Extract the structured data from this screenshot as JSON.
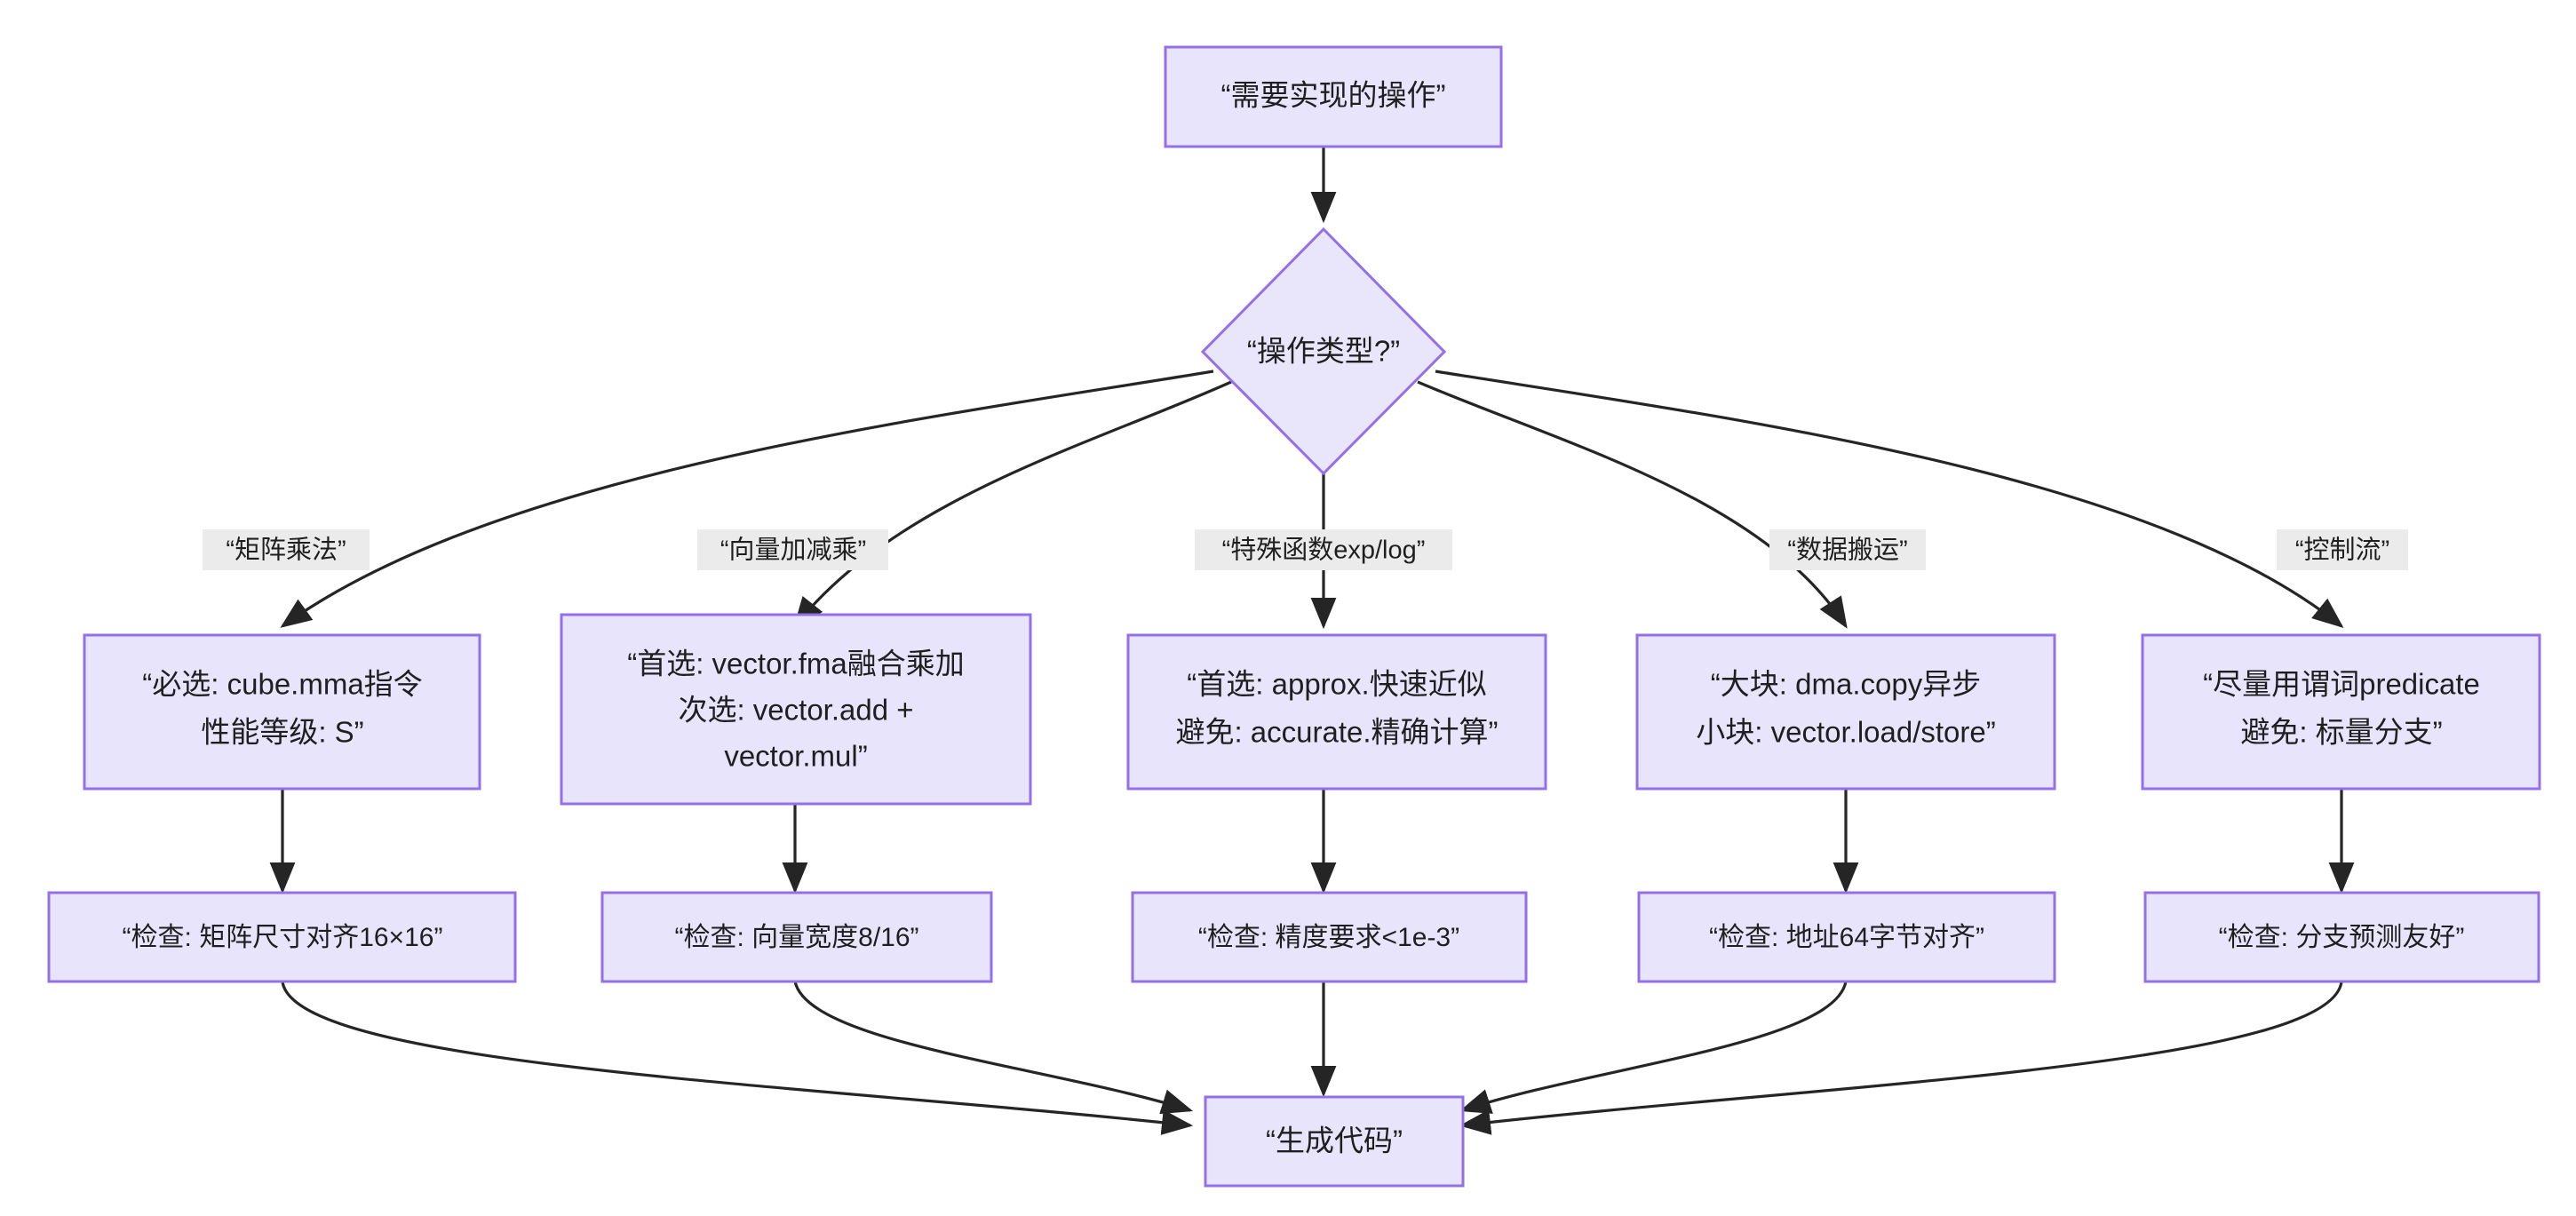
{
  "diagram": {
    "type": "flowchart",
    "direction": "top-down",
    "title_visible": false,
    "colors": {
      "node_fill": "#e8e4fb",
      "node_border": "#9370e8",
      "edge_stroke": "#252525",
      "edge_label_bg": "#ebebeb",
      "text": "#1f1f1f",
      "canvas": "#ffffff"
    },
    "nodes": {
      "start": {
        "shape": "rectangle",
        "lines": [
          "“需要实现的操作”"
        ]
      },
      "decision": {
        "shape": "diamond",
        "lines": [
          "“操作类型?”"
        ]
      },
      "branch_matmul": {
        "shape": "rectangle",
        "lines": [
          "“必选: cube.mma指令",
          "性能等级: S”"
        ]
      },
      "branch_vector": {
        "shape": "rectangle",
        "lines": [
          "“首选: vector.fma融合乘加",
          "次选: vector.add +",
          "vector.mul”"
        ]
      },
      "branch_special": {
        "shape": "rectangle",
        "lines": [
          "“首选: approx.快速近似",
          "避免: accurate.精确计算”"
        ]
      },
      "branch_datamove": {
        "shape": "rectangle",
        "lines": [
          "“大块: dma.copy异步",
          "小块: vector.load/store”"
        ]
      },
      "branch_control": {
        "shape": "rectangle",
        "lines": [
          "“尽量用谓词predicate",
          "避免: 标量分支”"
        ]
      },
      "check_matmul": {
        "shape": "rectangle",
        "lines": [
          "“检查: 矩阵尺寸对齐16×16”"
        ]
      },
      "check_vector": {
        "shape": "rectangle",
        "lines": [
          "“检查: 向量宽度8/16”"
        ]
      },
      "check_special": {
        "shape": "rectangle",
        "lines": [
          "“检查: 精度要求<1e-3”"
        ]
      },
      "check_datamove": {
        "shape": "rectangle",
        "lines": [
          "“检查: 地址64字节对齐”"
        ]
      },
      "check_control": {
        "shape": "rectangle",
        "lines": [
          "“检查: 分支预测友好”"
        ]
      },
      "end": {
        "shape": "rectangle",
        "lines": [
          "“生成代码”"
        ]
      }
    },
    "edge_labels": {
      "matmul": "“矩阵乘法”",
      "vector": "“向量加减乘”",
      "special": "“特殊函数exp/log”",
      "datamove": "“数据搬运”",
      "control": "“控制流”"
    }
  }
}
